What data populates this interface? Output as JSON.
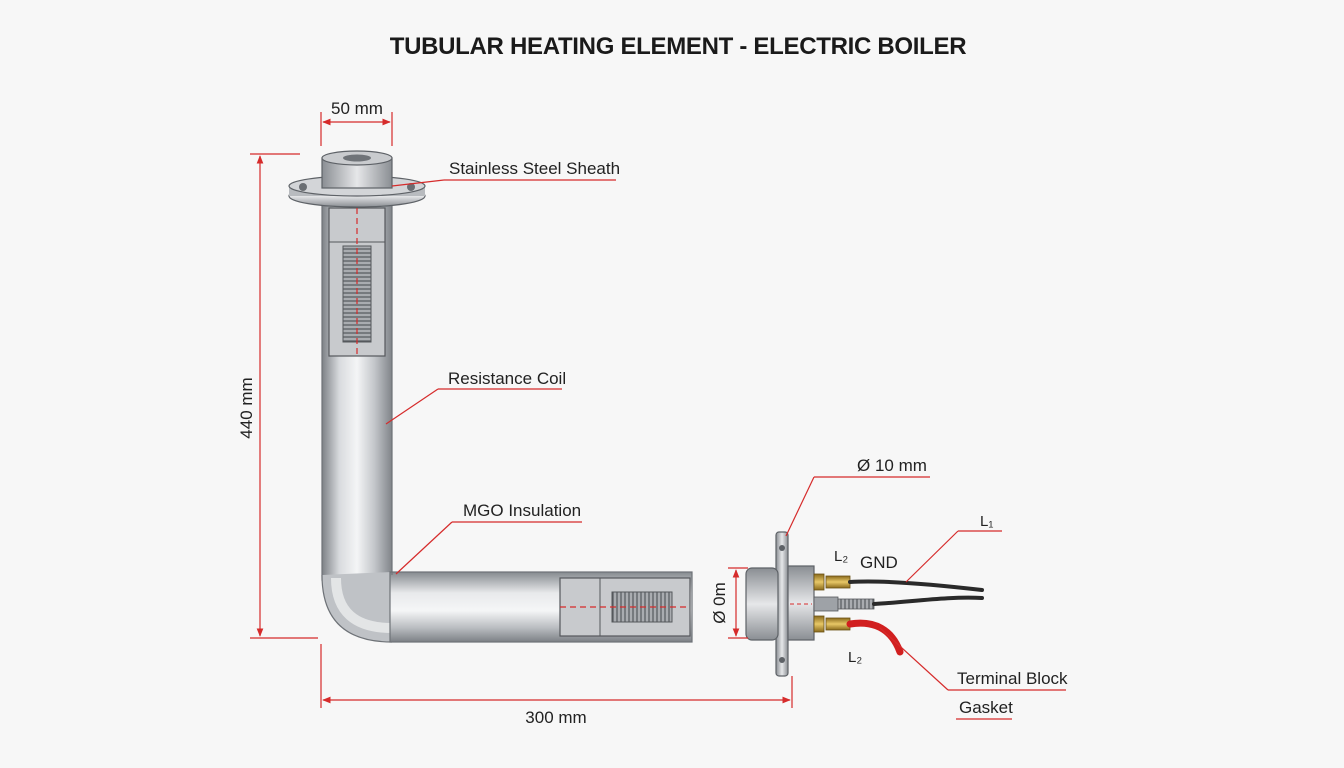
{
  "title": "TUBULAR HEATING ELEMENT - ELECTRIC BOILER",
  "labels": {
    "sheath": "Stainless Steel Sheath",
    "coil": "Resistance Coil",
    "insulation": "MGO Insulation",
    "terminal_block": "Terminal Block",
    "gasket": "Gasket"
  },
  "dimensions": {
    "flange_width": "50 mm",
    "height": "440 mm",
    "length": "300 mm",
    "diameter_10": "Ø 10 mm",
    "diameter_bore": "Ø 0m"
  },
  "wires": {
    "l1": "L₁",
    "l2_top": "L₂",
    "gnd": "GND",
    "l2_bottom": "L₂"
  },
  "colors": {
    "dimension_line": "#d62b2b",
    "steel": "#b9bcc0",
    "brass": "#c9a23a",
    "wire_black": "#2a2a2a",
    "wire_red": "#d11f1f"
  }
}
